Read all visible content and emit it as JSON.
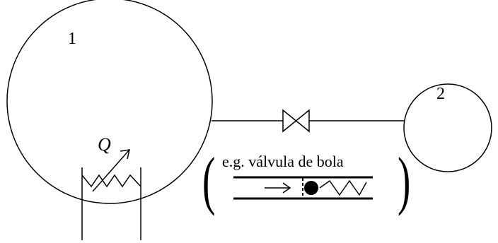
{
  "diagram": {
    "tank1": {
      "label": "1"
    },
    "tank2": {
      "label": "2"
    },
    "heat": {
      "label": "Q"
    },
    "valve_note": {
      "text": "e.g. válvula de bola",
      "open_paren": "(",
      "close_paren": ")"
    },
    "stroke_color": "#000000",
    "background_color": "#ffffff",
    "icons": [
      "gate-valve-icon",
      "heater-coil-icon",
      "ball-valve-icon",
      "arrow-icon"
    ]
  }
}
